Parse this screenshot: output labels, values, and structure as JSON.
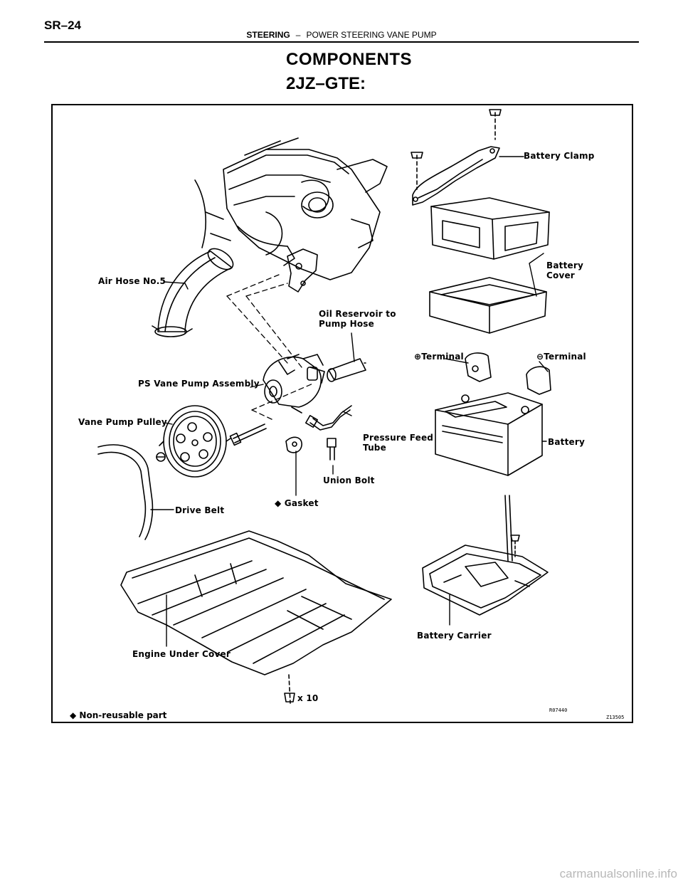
{
  "header": {
    "page_number": "SR–24",
    "chapter": "STEERING",
    "separator": "–",
    "section": "POWER STEERING VANE PUMP"
  },
  "title": "COMPONENTS",
  "subtitle": "2JZ–GTE:",
  "figure": {
    "callouts": {
      "battery_clamp": "Battery Clamp",
      "battery_cover_1": "Battery",
      "battery_cover_2": "Cover",
      "air_hose": "Air Hose No.5",
      "oil_reservoir_hose_1": "Oil Reservoir to",
      "oil_reservoir_hose_2": "Pump Hose",
      "plus_terminal": "⊕Terminal",
      "minus_terminal": "⊖Terminal",
      "ps_vane_pump": "PS Vane Pump Assembly",
      "vane_pump_pulley": "Vane Pump Pulley",
      "pressure_feed_tube_1": "Pressure Feed",
      "pressure_feed_tube_2": "Tube",
      "battery": "Battery",
      "union_bolt": "Union Bolt",
      "gasket": "◆ Gasket",
      "drive_belt": "Drive Belt",
      "engine_under_cover": "Engine Under Cover",
      "battery_carrier": "Battery Carrier",
      "bolt_qty": "x 10"
    },
    "legend": "◆  Non-reusable part",
    "figure_code": "R07440",
    "figure_id": "Z13505"
  },
  "watermark": "carmanualsonline.info"
}
